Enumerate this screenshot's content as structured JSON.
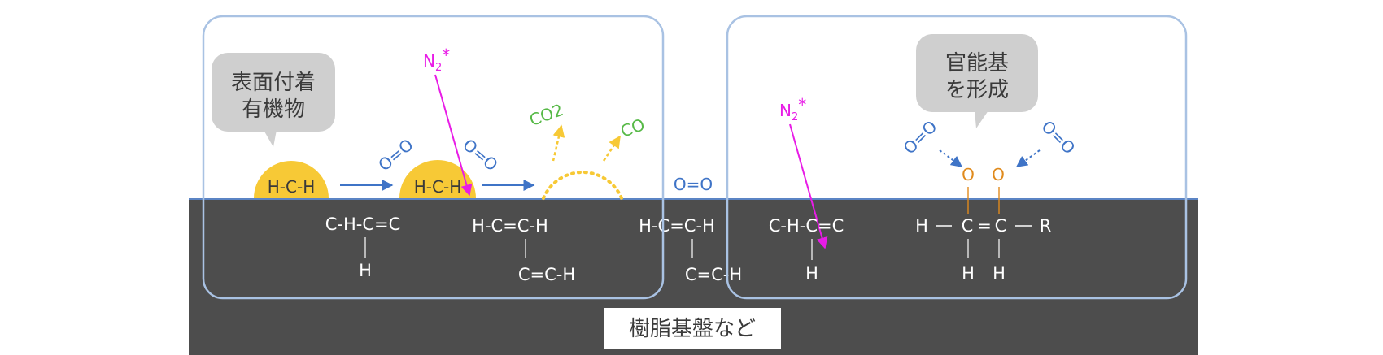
{
  "colors": {
    "substrate": "#4d4d4d",
    "surface_line": "#5b84c4",
    "panel_border": "#a9c2e3",
    "blob": "#f7c936",
    "bubble": "#cfcfcf",
    "arrow_blue": "#3f74c7",
    "nitrogen": "#e81ce6",
    "co": "#57b947",
    "oxygen_atom": "#e08a1c",
    "white": "#ffffff"
  },
  "labels": {
    "organics_line1": "表面付着",
    "organics_line2": "有機物",
    "functional_line1": "官能基",
    "functional_line2": "を形成",
    "substrate": "樹脂基盤など",
    "n2_left": "N",
    "n2_left_sub": "2",
    "n2_left_star": "*",
    "n2_right": "N",
    "n2_right_sub": "2",
    "n2_right_star": "*",
    "co2": "CO2",
    "co": "CO",
    "o2": "O=O"
  },
  "molecules": {
    "hch_1": "H-C-H",
    "hch_2": "H-C-H",
    "m1_top": "C-H-C=C",
    "m1_bottom": "H",
    "m2_top": "H-C=C-H",
    "m2_bottom": "C=C-H",
    "m3_top": "H-C=C-H",
    "m3_bottom": "C=C-H",
    "m4_top": "C-H-C=C",
    "m4_bottom": "H",
    "m5_h_left": "H",
    "m5_c1": "C",
    "m5_eq": "=",
    "m5_c2": "C",
    "m5_r": "R",
    "m5_o1": "O",
    "m5_o2": "O",
    "m5_h1": "H",
    "m5_h2": "H"
  }
}
